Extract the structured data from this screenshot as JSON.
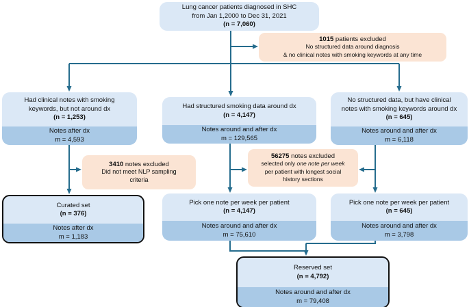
{
  "colors": {
    "box_fill": "#dbe8f6",
    "band_fill": "#a9c9e6",
    "excl_fill": "#fbe4d4",
    "arrow": "#256c8d",
    "border_dark": "#111111"
  },
  "boxes": {
    "top": {
      "line1": "Lung cancer patients diagnosed in SHC",
      "line2": "from Jan 1,2000 to Dec 31, 2021",
      "n": "(n = 7,060)"
    },
    "excluded_patients": {
      "bold": "1015",
      "rest": " patients excluded",
      "line2": "No structured data around diagnosis",
      "line3": "& no clinical notes with smoking keywords at any time"
    },
    "clinical_notes_only": {
      "line1": "Had clinical notes with smoking",
      "line2": "keywords, but not around dx",
      "n": "(n = 1,253)",
      "band1": "Notes after dx",
      "band2": "m = 4,593"
    },
    "structured_data": {
      "line1": "Had structured smoking data around dx",
      "n": "(n = 4,147)",
      "band1": "Notes around and after dx",
      "band2": "m = 129,565"
    },
    "no_structured_data": {
      "line1": "No structured data, but have clinical",
      "line2": "notes with smoking keywords around dx",
      "n": "(n = 645)",
      "band1": "Notes around and after dx",
      "band2": "m = 6,118"
    },
    "notes_excluded_nlp": {
      "bold": "3410",
      "rest": " notes excluded",
      "line2": "Did not meet NLP sampling",
      "line3": "criteria"
    },
    "notes_excluded_weekly": {
      "bold": "56275",
      "rest": " notes excluded",
      "line2_pre": "selected only ",
      "line2_italic": "one note per week",
      "line3": "per patient with longest social",
      "line4": "history sections"
    },
    "curated_set": {
      "line1": "Curated set",
      "n": "(n = 376)",
      "band1": "Notes after dx",
      "band2": "m = 1,183"
    },
    "pick_weekly_structured": {
      "line1": "Pick one note per week per patient",
      "n": "(n = 4,147)",
      "band1": "Notes around and after dx",
      "band2": "m = 75,610"
    },
    "pick_weekly_no_structured": {
      "line1": "Pick one note per week per patient",
      "n": "(n = 645)",
      "band1": "Notes around and after dx",
      "band2": "m = 3,798"
    },
    "reserved_set": {
      "line1": "Reserved set",
      "n": "(n = 4,792)",
      "band1": "Notes around and after dx",
      "band2": "m = 79,408"
    }
  }
}
